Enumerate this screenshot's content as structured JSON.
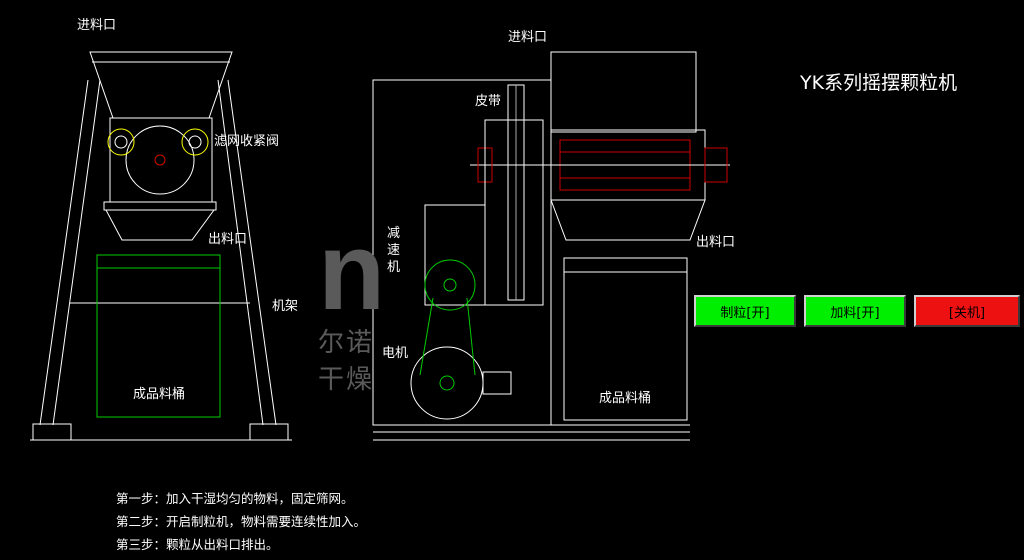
{
  "title": "YK系列摇摆颗粒机",
  "labels": {
    "left_inlet": "进料口",
    "left_valve": "滤网收紧阀",
    "left_outlet": "出料口",
    "left_frame": "机架",
    "left_bucket": "成品料桶",
    "right_inlet": "进料口",
    "belt": "皮带",
    "reducer": [
      "减",
      "速",
      "机"
    ],
    "motor": "电机",
    "right_outlet": "出料口",
    "right_bucket": "成品料桶"
  },
  "watermark": {
    "logo": "n",
    "text": "尔诺干燥"
  },
  "buttons": {
    "granulate": "制粒[开]",
    "feed": "加料[开]",
    "shutdown": "[关机]"
  },
  "colors": {
    "on": "#00ee00",
    "off": "#ee1111",
    "accent_yellow": "#ffff00",
    "accent_red": "#cc0000"
  },
  "steps": [
    "第一步：加入干湿均匀的物料，固定筛网。",
    "第二步：开启制粒机，物料需要连续性加入。",
    "第三步：颗粒从出料口排出。"
  ]
}
